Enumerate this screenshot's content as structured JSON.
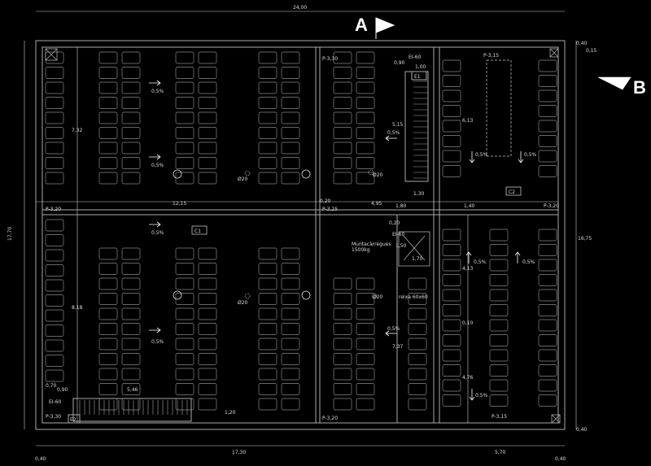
{
  "sections": {
    "a": "A",
    "b": "B"
  },
  "dims": {
    "top_total": "24,00",
    "left_total": "17,70",
    "right_total": "16,75",
    "bottom_left": "17,30",
    "bottom_right": "5,70",
    "bottom_side_l": "0,40",
    "bottom_side_r": "0,40",
    "top_right_a": "0,40",
    "top_right_b": "0,15",
    "right_bottom": "0,40",
    "mid_left": "12,15",
    "mid_center": "4,95",
    "mid_right": "1,40",
    "mid_small_a": "0,20",
    "mid_small_b": "1,80",
    "h_top_left": "7,32",
    "h_bottom_left": "8,18",
    "stair_a": "1,00",
    "stair_b": "0,90",
    "stair_c": "5,15",
    "stair_d": "1,30",
    "c2_h": "6,13",
    "lift_a": "1,50",
    "lift_b": "1,70",
    "lift_c": "0,20",
    "right_h": "4,13",
    "right_h2": "4,76",
    "right_small": "0,10",
    "mid_h": "7,37",
    "e2_a": "0,70",
    "e2_b": "0,90",
    "e2_c": "5,46",
    "e2_d": "1,20"
  },
  "levels": {
    "l_top_right": "P-3,15",
    "l_top_small": "P-3,30",
    "l_mid_left": "P-3,20",
    "l_mid_center": "P-3,25",
    "l_mid_right": "P-3,20",
    "l_bot_left": "P-3,30",
    "l_bot_mid": "P-3,20",
    "l_bot_right": "P-3,15"
  },
  "slopes": {
    "s1": "0,5%",
    "s2": "0,5%",
    "s3": "0,5%",
    "s4": "0,5%",
    "s5": "0,5%",
    "s6": "0,5%",
    "s7": "0,5%",
    "s8": "0,5%",
    "s9": "0,5%",
    "s10": "0,5%",
    "s11": "0,5%"
  },
  "drains": {
    "d1": "Ø20",
    "d2": "Ø20",
    "d3": "Ø20",
    "d4": "Ø20"
  },
  "labels": {
    "c1": "C1",
    "c2": "C2",
    "e1": "E1",
    "e2": "E2",
    "ei1": "EI-60",
    "ei2": "EI-60",
    "ei3": "EI-60",
    "lift": "Muntacàrregues",
    "lift_load": "1500kg",
    "grate": "reixa 60x60"
  },
  "colors": {
    "background": "#000000",
    "lines": "#aaaaaa",
    "text": "#dddddd"
  }
}
